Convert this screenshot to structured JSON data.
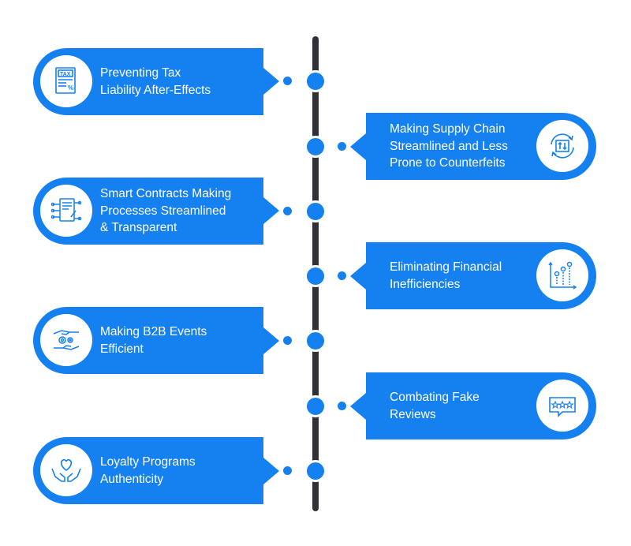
{
  "items": [
    {
      "label": "Preventing Tax\nLiability After-Effects",
      "icon": "tax-document-icon",
      "side": "left"
    },
    {
      "label": "Making Supply Chain\nStreamlined and Less\nProne to Counterfeits",
      "icon": "sync-exchange-icon",
      "side": "right"
    },
    {
      "label": "Smart Contracts Making\nProcesses Streamlined\n& Transparent",
      "icon": "smart-contract-icon",
      "side": "left"
    },
    {
      "label": "Eliminating Financial\nInefficiencies",
      "icon": "finance-chart-icon",
      "side": "right"
    },
    {
      "label": "Making B2B Events\nEfficient",
      "icon": "handshake-gears-icon",
      "side": "left"
    },
    {
      "label": "Combating Fake\nReviews",
      "icon": "review-stars-icon",
      "side": "right"
    },
    {
      "label": "Loyalty Programs\nAuthenticity",
      "icon": "heart-hands-icon",
      "side": "left"
    }
  ],
  "colors": {
    "accent": "#1580f0",
    "spine": "#2f3137",
    "background": "#ffffff"
  }
}
